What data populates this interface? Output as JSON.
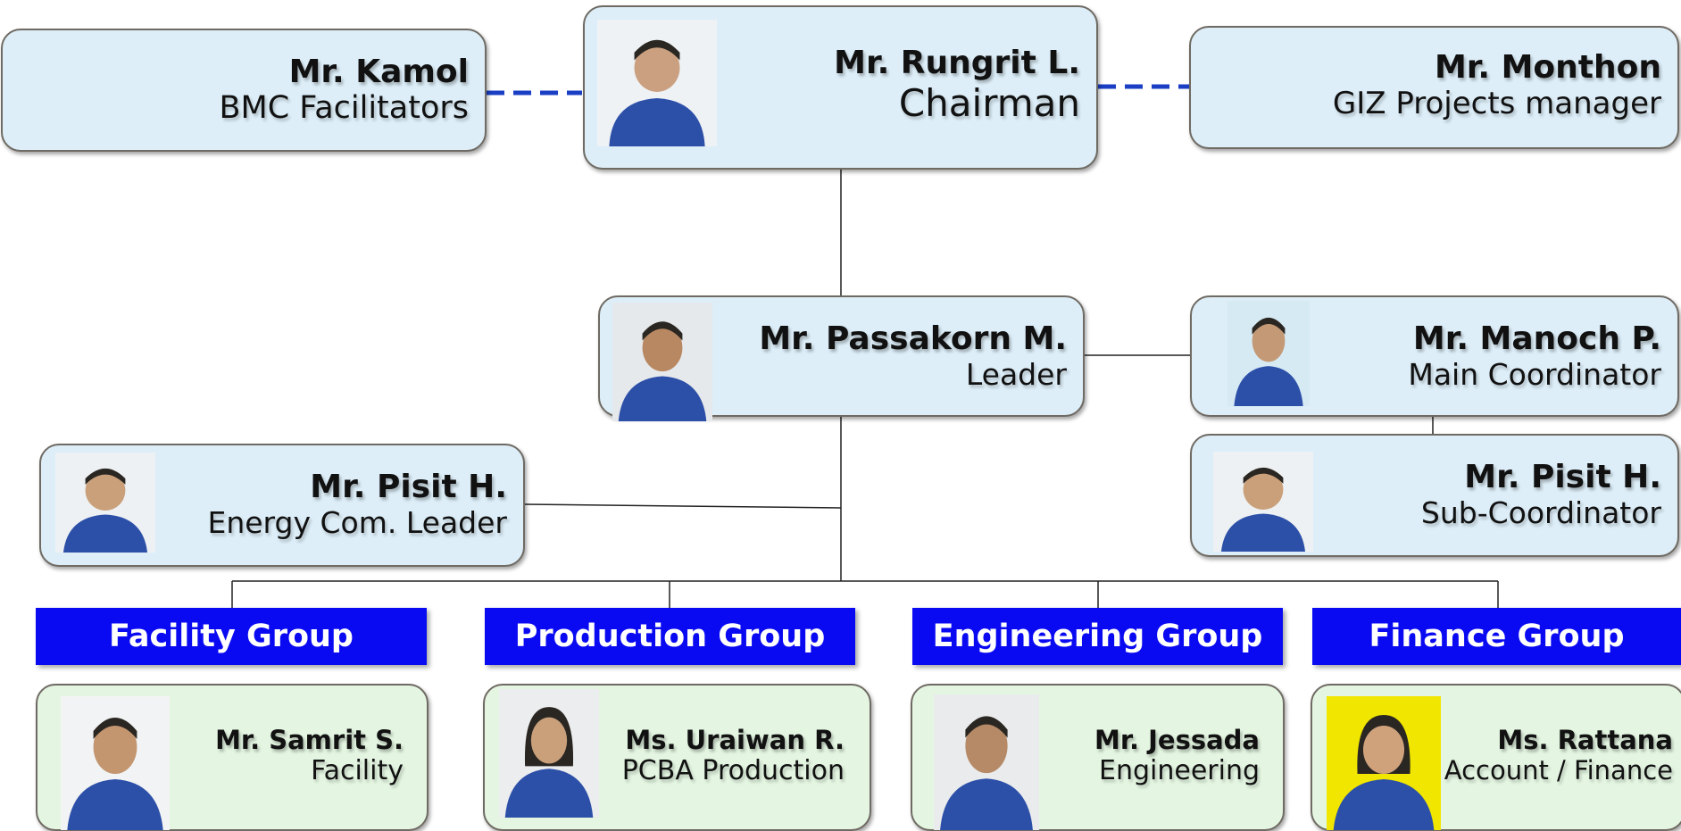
{
  "chairman": {
    "name": "Mr. Rungrit L.",
    "role": "Chairman"
  },
  "left_advisor": {
    "name": "Mr. Kamol",
    "role": "BMC  Facilitators"
  },
  "right_advisor": {
    "name": "Mr. Monthon",
    "role": "GIZ  Projects manager"
  },
  "leader": {
    "name": "Mr. Passakorn M.",
    "role": "Leader"
  },
  "main_coordinator": {
    "name": "Mr. Manoch P.",
    "role": "Main Coordinator"
  },
  "sub_coordinator": {
    "name": "Mr. Pisit  H.",
    "role": "Sub-Coordinator"
  },
  "energy_leader": {
    "name": "Mr. Pisit  H.",
    "role": "Energy Com. Leader"
  },
  "groups": [
    {
      "title": "Facility  Group",
      "name": "Mr. Samrit S.",
      "role": "Facility"
    },
    {
      "title": "Production Group",
      "name": "Ms. Uraiwan R.",
      "role": "PCBA Production"
    },
    {
      "title": "Engineering Group",
      "name": "Mr. Jessada",
      "role": "Engineering"
    },
    {
      "title": "Finance Group",
      "name": "Ms. Rattana",
      "role": "Account / Finance"
    }
  ],
  "colors": {
    "group_header": "#0a0af2",
    "box_blue": "#ddeef8",
    "box_green": "#e4f6e2",
    "dashed_link": "#1a3fc4"
  }
}
